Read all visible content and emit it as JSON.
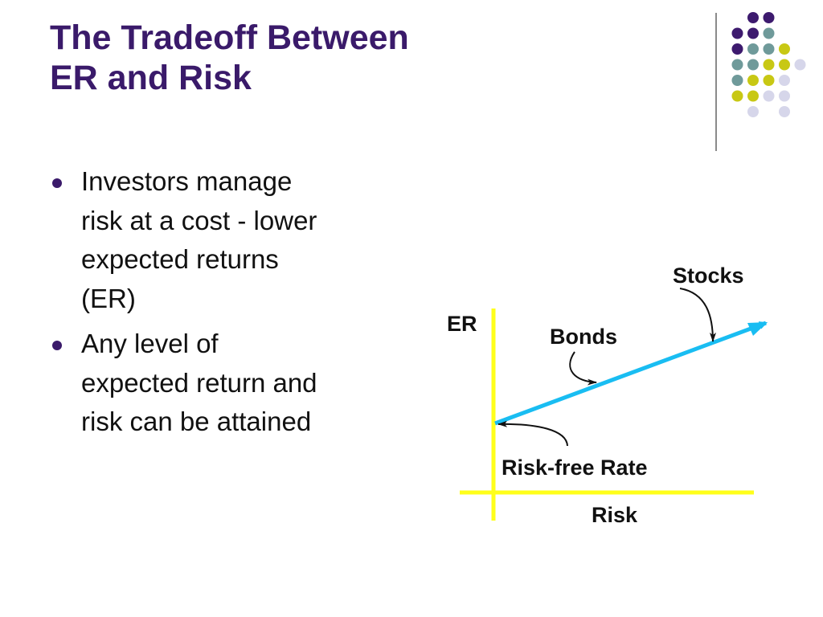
{
  "slide": {
    "title_lines": [
      "The Tradeoff Between",
      "ER and Risk"
    ],
    "bullets": [
      [
        "Investors manage",
        "risk at a cost - lower",
        "expected returns",
        "(ER)"
      ],
      [
        "Any level of",
        "expected return and",
        "risk can be attained"
      ]
    ]
  },
  "diagram": {
    "y_axis_label": "ER",
    "x_axis_label": "Risk",
    "labels": {
      "stocks": "Stocks",
      "bonds": "Bonds",
      "risk_free": "Risk-free Rate"
    }
  },
  "colors": {
    "title": "#3a1a6a",
    "axis": "#ffff1a",
    "line": "#19bdf2",
    "dot_purple": "#3d1a6e",
    "dot_teal": "#6f9a9a",
    "dot_yellow": "#c8c814",
    "dot_lavender": "#d6d6ea"
  }
}
